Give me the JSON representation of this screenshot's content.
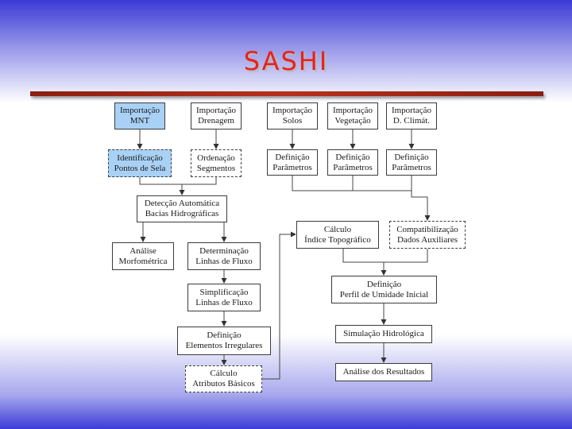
{
  "title": "SASHI",
  "boxes": {
    "imp_mnt": [
      "Importação",
      "MNT"
    ],
    "imp_dren": [
      "Importação",
      "Drenagem"
    ],
    "imp_solos": [
      "Importação",
      "Solos"
    ],
    "imp_veg": [
      "Importação",
      "Vegetação"
    ],
    "imp_clim": [
      "Importação",
      "D. Climát."
    ],
    "ident_sela": [
      "Identificação",
      "Pontos de Sela"
    ],
    "ord_seg": [
      "Ordenação",
      "Segmentos"
    ],
    "def_par1": [
      "Definição",
      "Parâmetros"
    ],
    "def_par2": [
      "Definição",
      "Parâmetros"
    ],
    "def_par3": [
      "Definição",
      "Parâmetros"
    ],
    "det_bacias": [
      "Detecção Automática",
      "Bacias Hidrográficas"
    ],
    "calc_topo": [
      "Cálculo",
      "Índice Topográfico"
    ],
    "compat": [
      "Compatibilização",
      "Dados Auxiliares"
    ],
    "analise_morf": [
      "Análise",
      "Morfométrica"
    ],
    "det_linhas": [
      "Determinação",
      "Linhas de Fluxo"
    ],
    "def_perfil": [
      "Definição",
      "Perfil de Umidade Inicial"
    ],
    "simp_linhas": [
      "Simplificação",
      "Linhas de Fluxo"
    ],
    "sim_hidro": [
      "Simulação Hidrológica"
    ],
    "def_elem": [
      "Definição",
      "Elementos Irregulares"
    ],
    "calc_attr": [
      "Cálculo",
      "Atributos Básicos"
    ],
    "analise_res": [
      "Análise dos Resultados"
    ]
  }
}
